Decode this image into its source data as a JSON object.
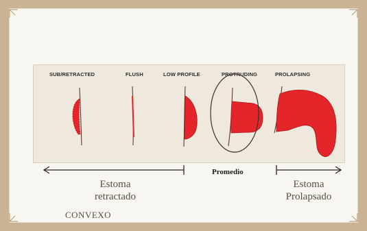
{
  "diagram": {
    "stoma_types": [
      {
        "label": "SUB/RETRACTED"
      },
      {
        "label": "FLUSH"
      },
      {
        "label": "LOW PROFILE"
      },
      {
        "label": "PROTRUDING"
      },
      {
        "label": "PROLAPSING"
      }
    ],
    "groups": {
      "retracted": "Estoma\nretractado",
      "average": "Promedio",
      "prolapsed": "Estoma\nProlapsado"
    },
    "footer": "CONVEXO",
    "colors": {
      "stoma_red": "#e4262a",
      "background": "#f8f6f1",
      "frame": "#c9b394"
    }
  }
}
